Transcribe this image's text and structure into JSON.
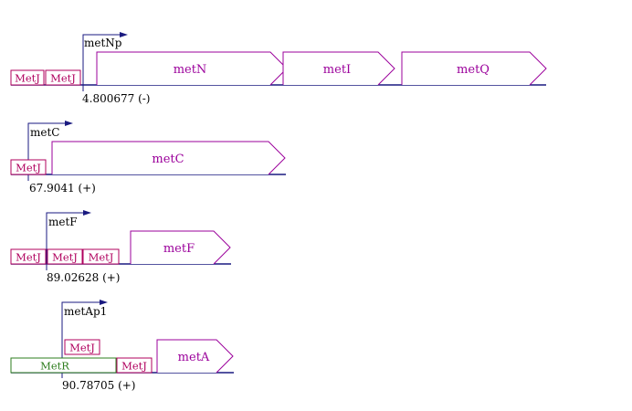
{
  "colors": {
    "axis": "#1a1a80",
    "gene": "#9b009b",
    "site": "#b0005e",
    "metr": "#2e7d1e",
    "promoter": "#1a1a80",
    "text": "#000000"
  },
  "tracks": [
    {
      "promoter": {
        "label": "metNp",
        "coordinate": "4.800677 (-)"
      },
      "sites": [
        {
          "label": "MetJ"
        },
        {
          "label": "MetJ"
        }
      ],
      "genes": [
        {
          "label": "metN"
        },
        {
          "label": "metI"
        },
        {
          "label": "metQ"
        }
      ]
    },
    {
      "promoter": {
        "label": "metC",
        "coordinate": "67.9041 (+)"
      },
      "sites": [
        {
          "label": "MetJ"
        }
      ],
      "genes": [
        {
          "label": "metC"
        }
      ]
    },
    {
      "promoter": {
        "label": "metF",
        "coordinate": "89.02628 (+)"
      },
      "sites": [
        {
          "label": "MetJ"
        },
        {
          "label": "MetJ"
        },
        {
          "label": "MetJ"
        }
      ],
      "genes": [
        {
          "label": "metF"
        }
      ]
    },
    {
      "promoter": {
        "label": "metAp1",
        "coordinate": "90.78705 (+)"
      },
      "sites": [
        {
          "label": "MetJ"
        },
        {
          "label": "MetJ"
        }
      ],
      "regulator": {
        "label": "MetR"
      },
      "genes": [
        {
          "label": "metA"
        }
      ]
    }
  ]
}
